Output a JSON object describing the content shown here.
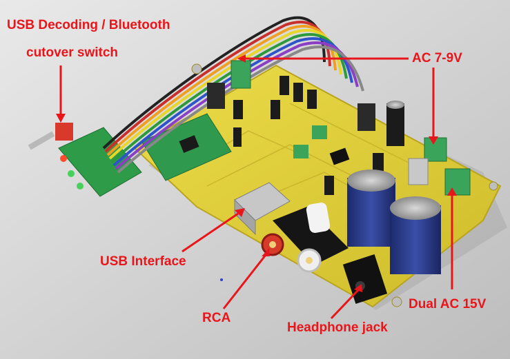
{
  "labels": {
    "usb_bt_line1": "USB Decoding / Bluetooth",
    "usb_bt_line2": "cutover switch",
    "ac_7_9v": "AC 7-9V",
    "usb_interface": "USB Interface",
    "rca": "RCA",
    "headphone_jack": "Headphone jack",
    "dual_ac_15v": "Dual AC 15V"
  },
  "colors": {
    "label_red": "#e8161b",
    "board_yellow": "#e2d43c",
    "module_green": "#2f9a4e",
    "terminal_green": "#3aa55a",
    "capacitor_blue": "#2d3f8f",
    "background": "#dcdcdc"
  }
}
